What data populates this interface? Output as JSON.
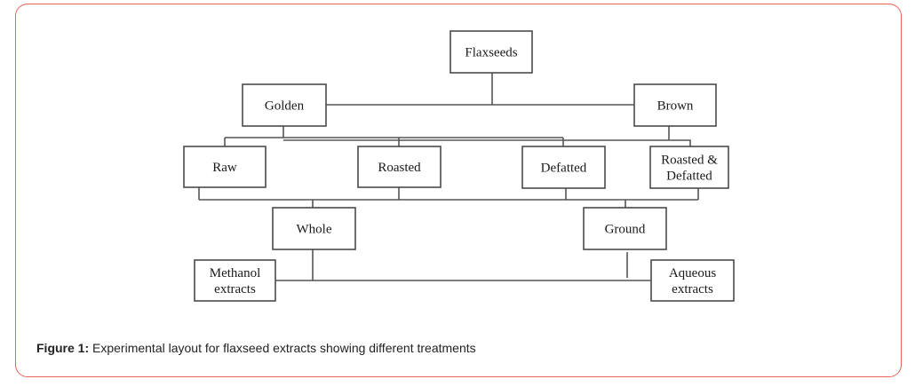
{
  "figure": {
    "caption_label": "Figure 1:",
    "caption_text": " Experimental layout for flaxseed extracts showing different treatments",
    "border_color": "#e8635a"
  },
  "diagram": {
    "nodes": {
      "flaxseeds": [
        "Flaxseeds"
      ],
      "golden": [
        "Golden"
      ],
      "brown": [
        "Brown"
      ],
      "raw": [
        "Raw"
      ],
      "roasted": [
        "Roasted"
      ],
      "defatted": [
        "Defatted"
      ],
      "roasted_defatted": [
        "Roasted &",
        "Defatted"
      ],
      "whole": [
        "Whole"
      ],
      "ground": [
        "Ground"
      ],
      "methanol": [
        "Methanol",
        "extracts"
      ],
      "aqueous": [
        "Aqueous",
        "extracts"
      ]
    },
    "edges": [
      [
        "flaxseeds",
        "golden"
      ],
      [
        "flaxseeds",
        "brown"
      ],
      [
        "golden",
        "raw"
      ],
      [
        "golden",
        "roasted"
      ],
      [
        "golden",
        "defatted"
      ],
      [
        "brown",
        "roasted_defatted"
      ],
      [
        "raw",
        "whole"
      ],
      [
        "roasted",
        "whole"
      ],
      [
        "defatted",
        "ground"
      ],
      [
        "roasted_defatted",
        "ground"
      ],
      [
        "whole",
        "methanol"
      ],
      [
        "whole",
        "aqueous"
      ],
      [
        "ground",
        "methanol"
      ],
      [
        "ground",
        "aqueous"
      ]
    ]
  }
}
